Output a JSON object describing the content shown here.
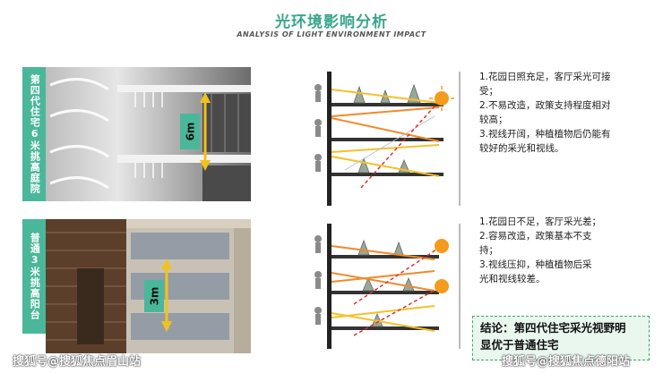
{
  "header": {
    "title": "光环境影响分析",
    "subtitle": "ANALYSIS OF LIGHT ENVIRONMENT IMPACT"
  },
  "top": {
    "label": "第四代住宅6米挑高庭院",
    "height_tag": "6m",
    "notes": [
      "1.花园日照充足，客厅采光可接",
      "受；",
      "2.不易改造，政策支持程度相对",
      "较高；",
      "3.视线开阔，种植植物后仍能有",
      "较好的采光和视线。"
    ]
  },
  "bottom": {
    "label": "普通3米挑高阳台",
    "height_tag": "3m",
    "notes": [
      "1.花园日不足，客厅采光差；",
      "2.容易改造，政策基本不支",
      "持；",
      "3.视线压抑，种植植物后采",
      "光和视线较差。"
    ]
  },
  "conclusion": [
    "结论：第四代住宅采光视野明",
    "显优于普通住宅"
  ],
  "watermarks": {
    "left": "搜狐号@搜狐焦点眉山站",
    "right": "搜狐号@搜狐焦点德阳站"
  },
  "colors": {
    "accent": "#4bb79a",
    "title": "#3ba58c",
    "orange_ray": "#f08a2c",
    "yellow_ray": "#f5c02a",
    "sun": "#f59b1c",
    "red_dash": "#d9342b"
  }
}
